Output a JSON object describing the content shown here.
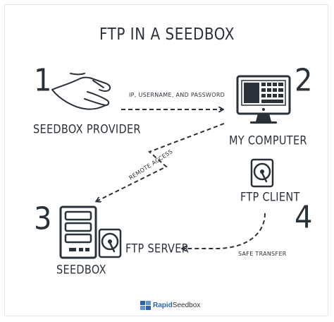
{
  "title": "FTP IN A SEEDBOX",
  "steps": [
    {
      "number": "1",
      "label": "SEEDBOX PROVIDER"
    },
    {
      "number": "2",
      "label": "MY COMPUTER"
    },
    {
      "number": "3",
      "label": "SEEDBOX"
    },
    {
      "number": "4",
      "label": "FTP CLIENT"
    }
  ],
  "server_label": "FTP SERVER",
  "arrows": {
    "credentials": "IP, USERNAME, AND PASSWORD",
    "remote_access": "REMOTE ACCESS",
    "safe_transfer": "SAFE TRANSFER"
  },
  "brand": {
    "part1": "Rapid",
    "part2": "Seedbox"
  },
  "colors": {
    "ink": "#2b3138",
    "brand_blue": "#2a62b4",
    "background": "#ffffff"
  },
  "icons": [
    "hand-icon",
    "computer-icon",
    "server-icon",
    "hard-drive-icon",
    "ftp-client-drive-icon",
    "rapidseedbox-logo-icon"
  ]
}
